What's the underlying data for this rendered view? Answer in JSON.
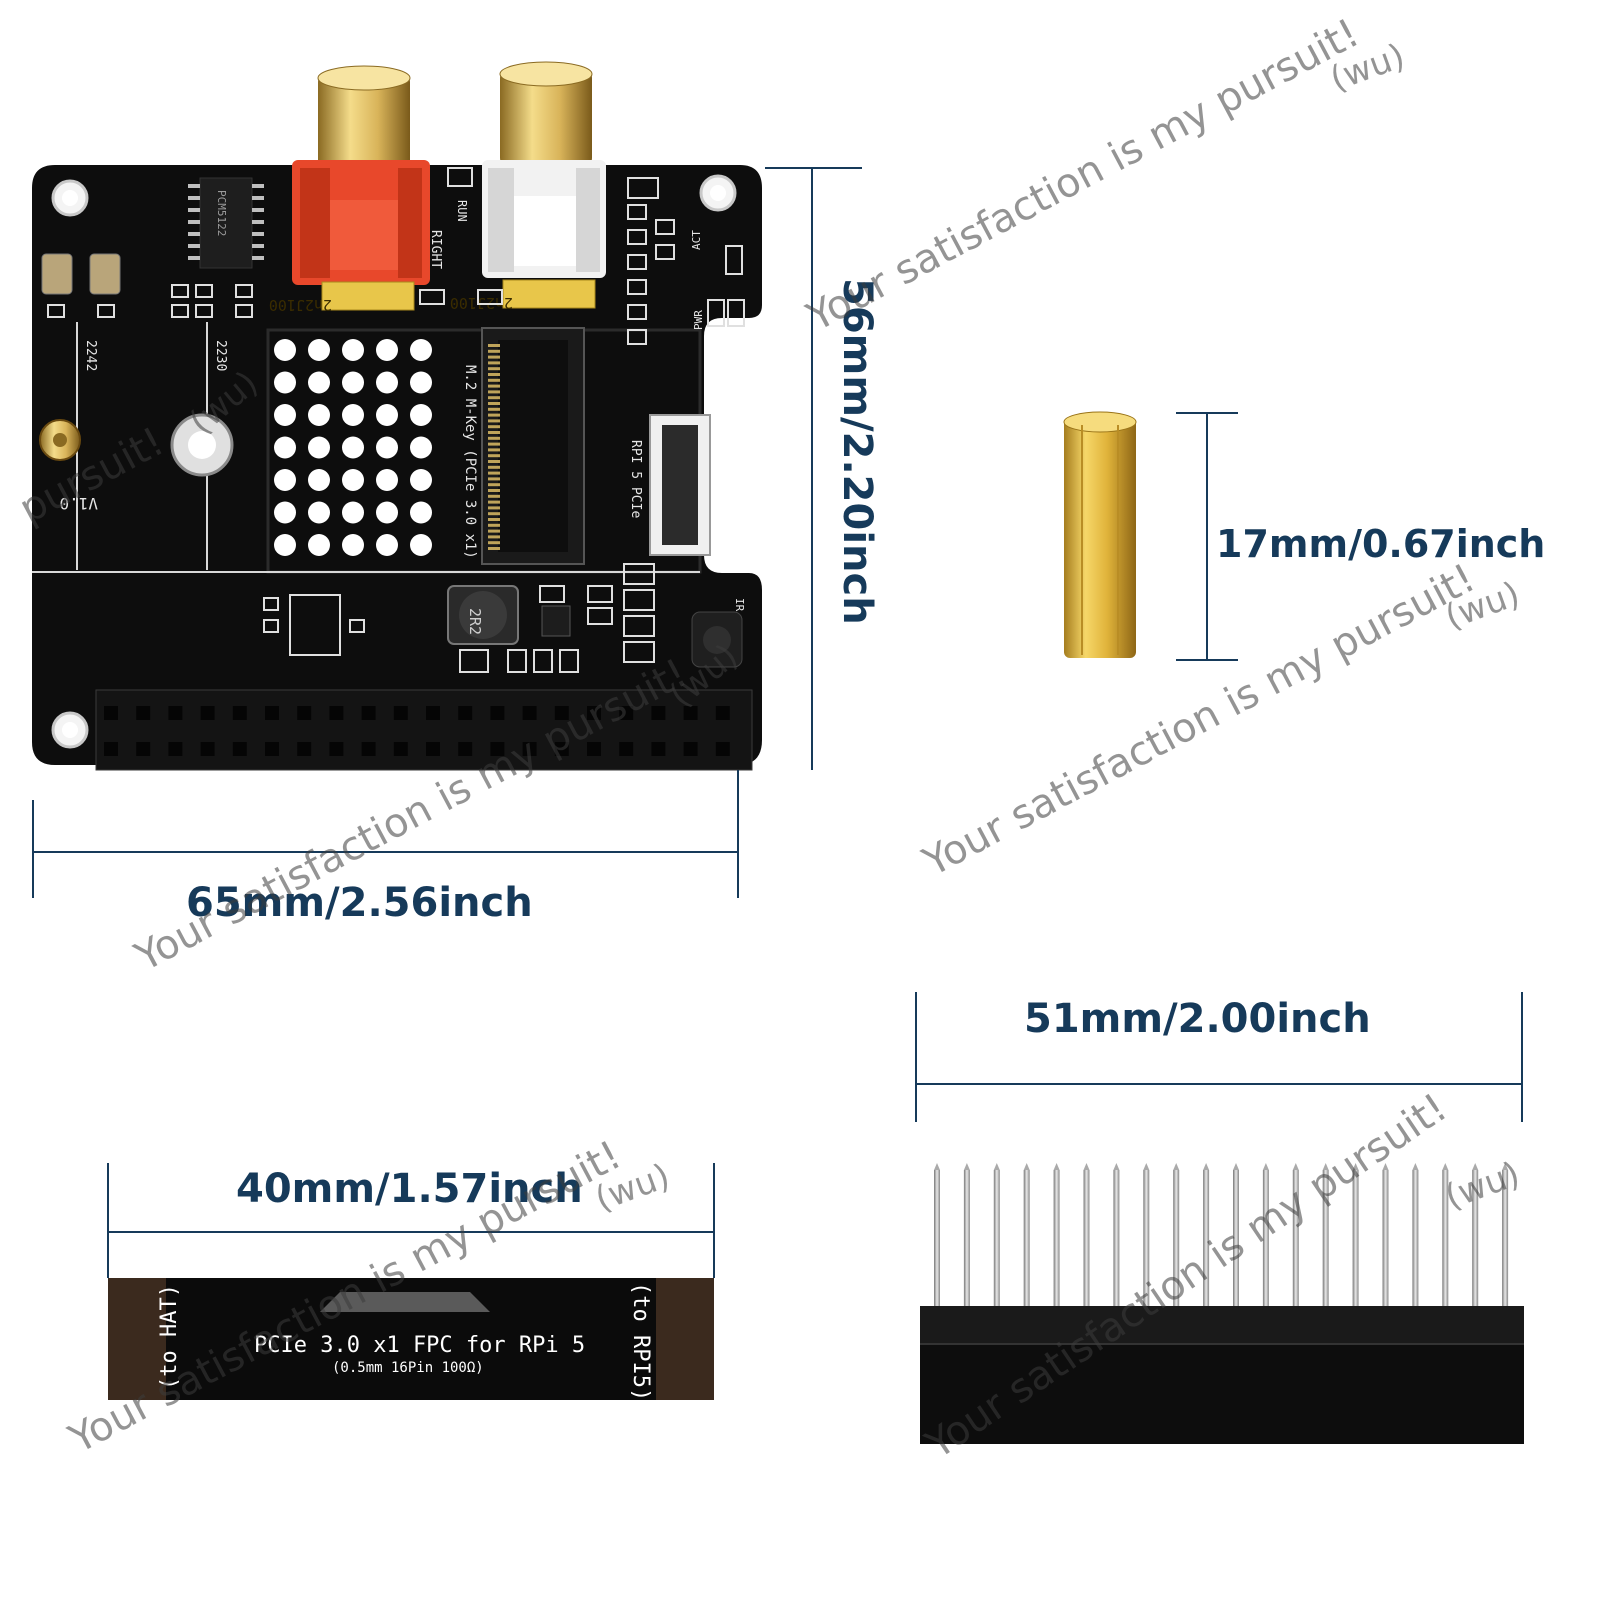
{
  "dimensions": {
    "board_height": "56mm/2.20inch",
    "board_width": "65mm/2.56inch",
    "standoff_height": "17mm/0.67inch",
    "header_width": "51mm/2.00inch",
    "cable_length": "40mm/1.57inch"
  },
  "board": {
    "labels": {
      "left_marker_1": "2242",
      "left_marker_2": "2230",
      "version": "V1.0",
      "m2_slot": "M.2 M-Key (PCIe 3.0 x1)",
      "fpc_connector": "RPI 5 PCIe",
      "right_channel": "RIGHT",
      "run": "RUN",
      "act": "ACT",
      "pwr": "PWR",
      "ir": "IR",
      "cap_left": "2n2J100",
      "cap_right": "2n2J100",
      "chip": "PCM5122",
      "inductor": "2R2"
    },
    "colors": {
      "pcb": "#0d0d0d",
      "rca_left": "#e8482b",
      "rca_right": "#f2f2f2",
      "gold": "#d9b45a",
      "capacitor": "#e8c64a",
      "silkscreen": "#e6e6e6"
    }
  },
  "cable": {
    "left_end": "(to HAT)",
    "right_end": "(to RPI5)",
    "title": "PCIe 3.0 x1 FPC for RPi 5",
    "spec": "(0.5mm 16Pin 100Ω)"
  },
  "watermarks": {
    "tagline": "Your satisfaction is my pursuit!",
    "signature": "(wu)",
    "fragment": "pursuit!"
  }
}
